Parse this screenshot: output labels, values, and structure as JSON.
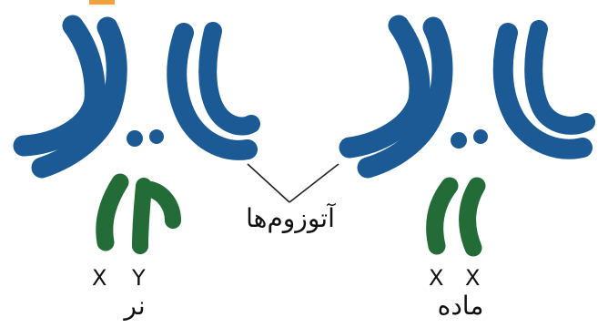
{
  "labels": {
    "autosomes": "آتوزوم‌ها",
    "male": "نر",
    "female": "ماده",
    "male_x": "X",
    "male_y": "Y",
    "female_x1": "X",
    "female_x2": "X"
  },
  "colors": {
    "autosome": "#1b5a94",
    "sex_chromosome": "#236b37",
    "pointer_line": "#222222",
    "corner_tab": "#f2a23a",
    "text": "#111111"
  }
}
